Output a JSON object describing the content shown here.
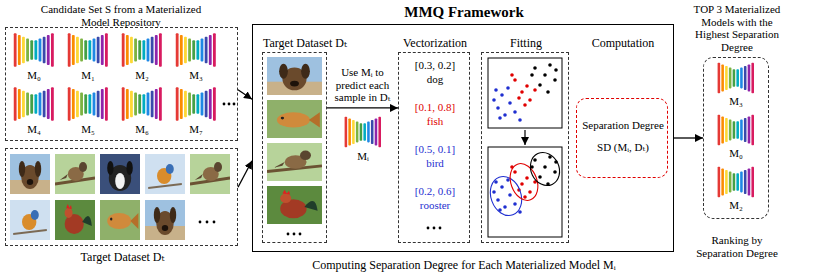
{
  "diagram": {
    "nodes": [
      {
        "text": [
          "Candidate Set S from a Materialized Model Repository"
        ]
      },
      {
        "text": [
          "Target Dataset Dₜ"
        ]
      },
      {
        "text": [
          "MMQ Framework",
          "Computing Separation Degree for Each Materialized Model Mᵢ"
        ]
      },
      {
        "text": [
          "Target Dataset Dₜ"
        ],
        "in": 2
      },
      {
        "text": [
          "Vectorization",
          "[0.3, 0.2]",
          "dog",
          "[0.1, 0.8]",
          "fish",
          "[0.5, 0.1]",
          "bird",
          "[0.2, 0.6]",
          "rooster"
        ],
        "in": 2
      },
      {
        "text": [
          "Fitting"
        ],
        "in": 2
      },
      {
        "text": [
          "Computation",
          "Separation Degree",
          "SD (Mᵢ, Dₜ)"
        ],
        "in": 2
      },
      {
        "text": [
          "TOP 3 Materialized Models with the Highest Separation Degree",
          "Ranking by Separation Degree"
        ]
      }
    ],
    "edges": [
      {
        "from": 0,
        "to": 2,
        "arrow": "to"
      },
      {
        "from": 1,
        "to": 2,
        "arrow": "to"
      },
      {
        "from": 2,
        "to": 7,
        "arrow": "to"
      },
      {
        "from": 3,
        "to": 4,
        "arrow": "to",
        "label": "Use Mᵢ to predict each sample in Dₜ"
      }
    ],
    "labels": [
      "M₀",
      "M₁",
      "M₂",
      "M₃",
      "M₄",
      "M₅",
      "M₆",
      "M₇",
      "Mᵢ",
      "M₃",
      "M₀",
      "M₂"
    ]
  }
}
